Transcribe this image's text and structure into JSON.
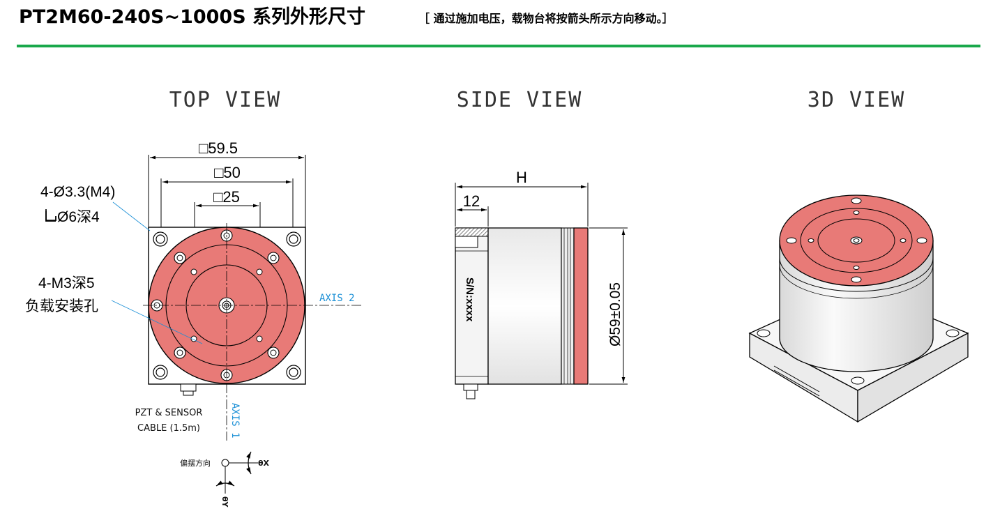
{
  "header": {
    "title": "PT2M60-240S~1000S 系列外形尺寸",
    "subtitle": "［ 通过施加电压，载物台将按箭头所示方向移动。］"
  },
  "views": {
    "top": "TOP VIEW",
    "side": "SIDE VIEW",
    "iso": "3D VIEW"
  },
  "top_view": {
    "dim_outer": "□59.5",
    "dim_mid": "□50",
    "dim_inner": "□25",
    "hole_label_1": "4-Ø3.3(M4)",
    "hole_label_2": "Ø6深4",
    "load_label_1": "4-M3深5",
    "load_label_2": "负载安装孔",
    "axis2": "AXIS 2",
    "axis1": "AXIS 1",
    "cable_1": "PZT & SENSOR",
    "cable_2": "CABLE (1.5m)",
    "tilt_label": "偏摆方向",
    "theta_x": "θX",
    "theta_y": "θY"
  },
  "side_view": {
    "dim_h": "H",
    "dim_12": "12",
    "dim_dia": "Ø59±0.05",
    "serial": "S/N:xxxx"
  },
  "colors": {
    "accent_rule": "#19a84b",
    "stage_fill": "#e87a77",
    "axis_blue": "#1a8fd6"
  }
}
